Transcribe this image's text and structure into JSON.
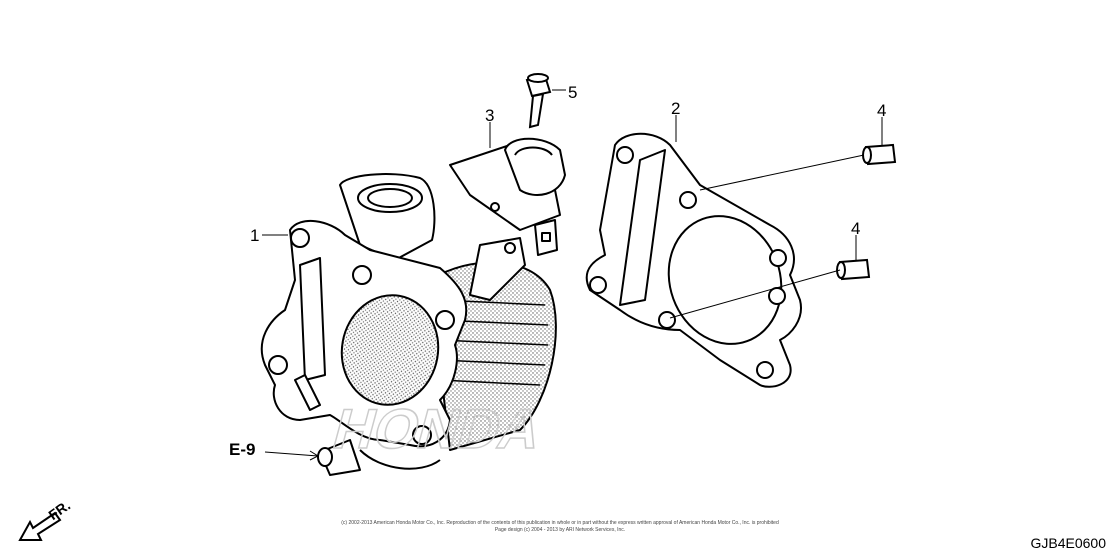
{
  "callouts": {
    "c1": "1",
    "c2": "2",
    "c3": "3",
    "c4a": "4",
    "c4b": "4",
    "c5": "5"
  },
  "reference": "E-9",
  "direction": "FR.",
  "watermark": "HONDA",
  "copyright_line1": "(c) 2002-2013 American Honda Motor Co., Inc. Reproduction of the contents of this publication in whole or in part without the express written approval of American Honda Motor Co., Inc. is prohibited",
  "copyright_line2": "Page design (c) 2004 - 2013 by ARI Network Services, Inc.",
  "figure_code": "GJB4E0600"
}
